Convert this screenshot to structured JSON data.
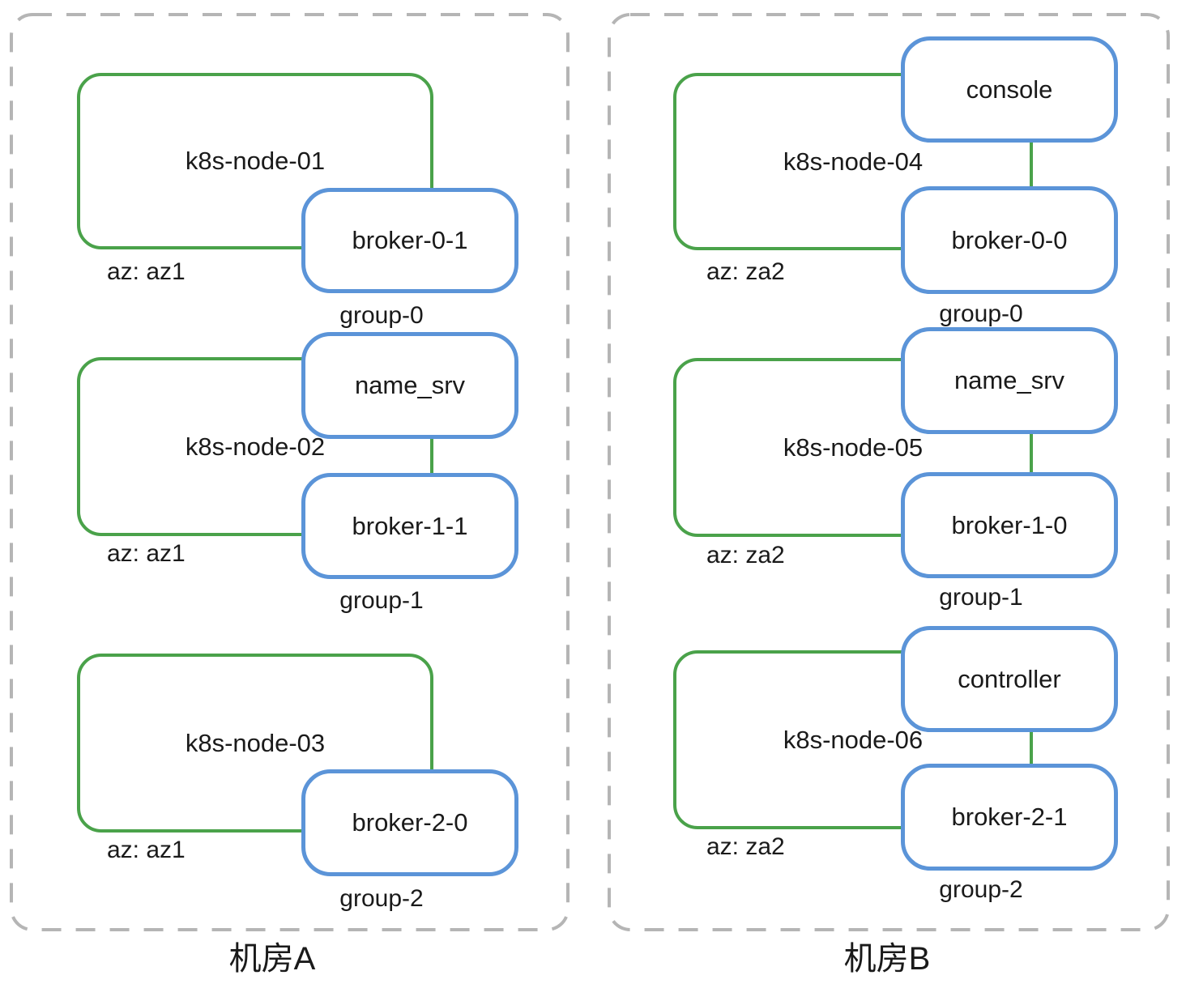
{
  "colors": {
    "node_border": "#4AA24A",
    "service_border": "#5B94D8",
    "container_border": "#B5B5B5",
    "text": "#1A1A1A",
    "background": "#FFFFFF"
  },
  "diagram": {
    "datacenters": [
      {
        "label": "机房A",
        "nodes": [
          {
            "name": "k8s-node-01",
            "az": "az: az1",
            "group": "group-0",
            "services": [
              "broker-0-1"
            ]
          },
          {
            "name": "k8s-node-02",
            "az": "az: az1",
            "group": "group-1",
            "services": [
              "name_srv",
              "broker-1-1"
            ]
          },
          {
            "name": "k8s-node-03",
            "az": "az: az1",
            "group": "group-2",
            "services": [
              "broker-2-0"
            ]
          }
        ]
      },
      {
        "label": "机房B",
        "nodes": [
          {
            "name": "k8s-node-04",
            "az": "az: za2",
            "group": "group-0",
            "services": [
              "console",
              "broker-0-0"
            ]
          },
          {
            "name": "k8s-node-05",
            "az": "az: za2",
            "group": "group-1",
            "services": [
              "name_srv",
              "broker-1-0"
            ]
          },
          {
            "name": "k8s-node-06",
            "az": "az: za2",
            "group": "group-2",
            "services": [
              "controller",
              "broker-2-1"
            ]
          }
        ]
      }
    ]
  }
}
